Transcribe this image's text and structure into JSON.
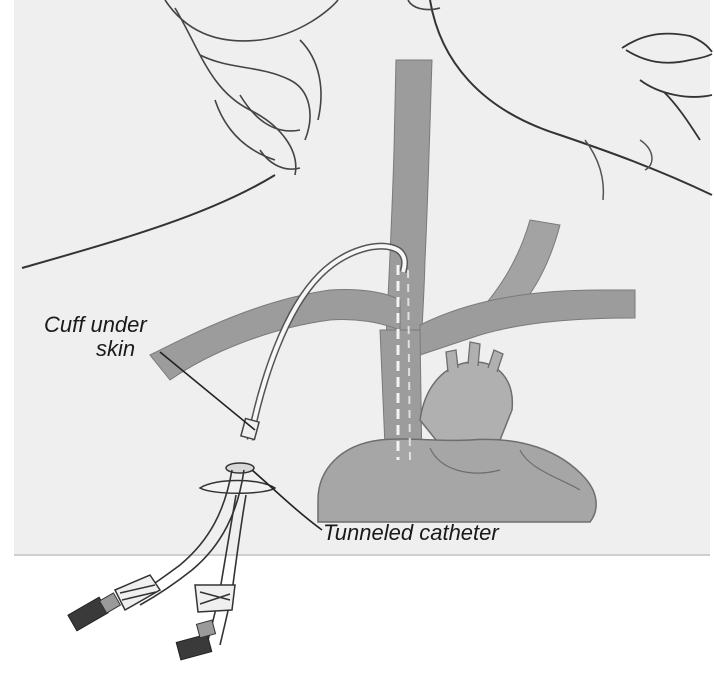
{
  "labels": {
    "cuff_line1": "Cuff under",
    "cuff_line2": "skin",
    "tunneled_catheter": "Tunneled catheter"
  },
  "colors": {
    "panel_background": "#efefef",
    "vessel": "#9c9c9c",
    "heart": "#a6a6a6",
    "outline": "#333333"
  }
}
